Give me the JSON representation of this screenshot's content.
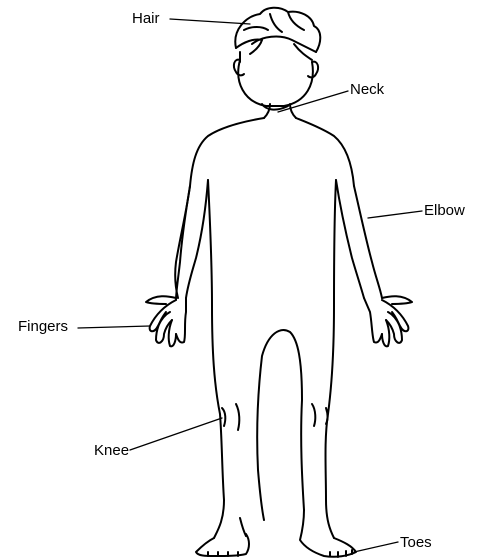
{
  "labels": {
    "hair": "Hair",
    "neck": "Neck",
    "elbow": "Elbow",
    "fingers": "Fingers",
    "knee": "Knee",
    "toes": "Toes"
  },
  "colors": {
    "line": "#000000",
    "background": "#ffffff"
  }
}
